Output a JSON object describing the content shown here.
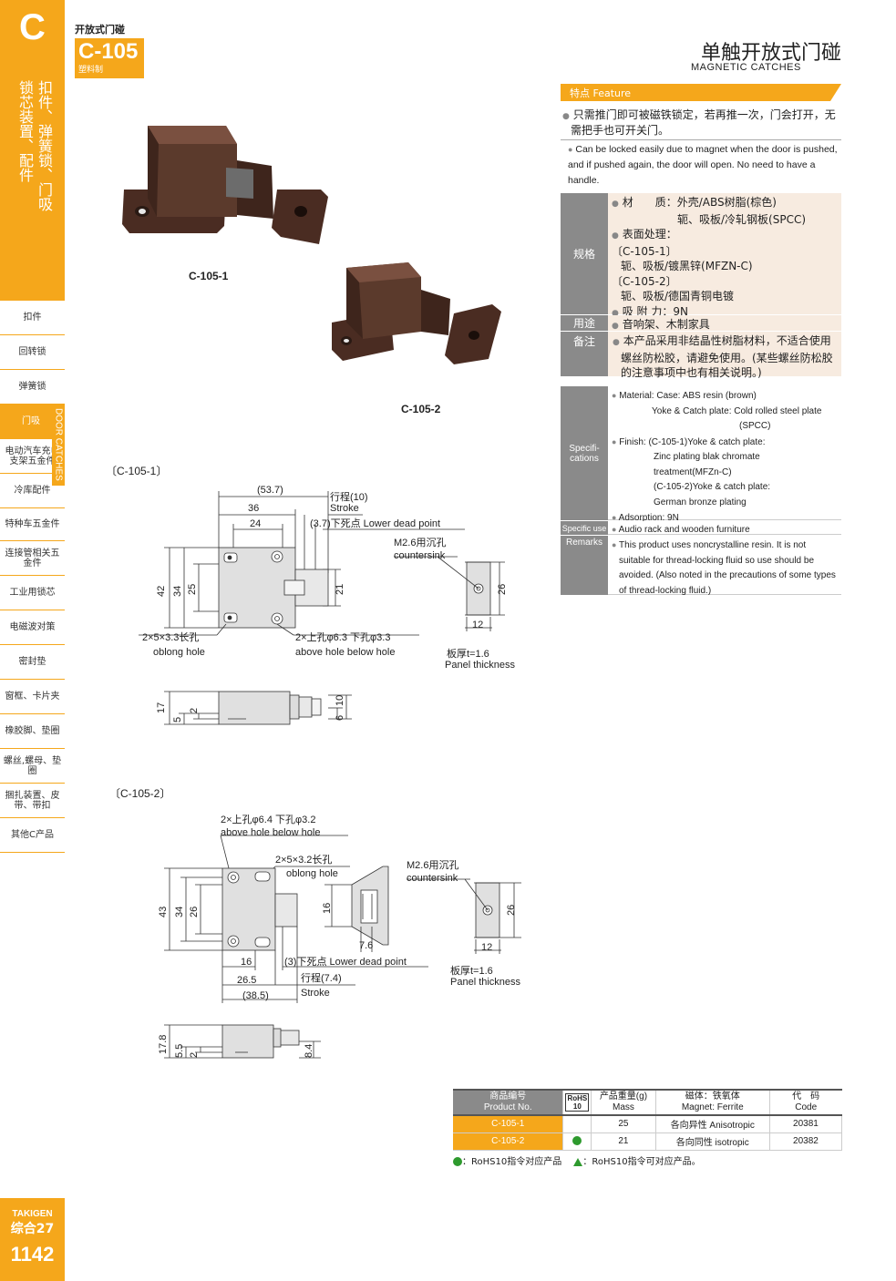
{
  "sidebar": {
    "letter": "C",
    "vertical_col1": "扣件、弹簧锁、门吸",
    "vertical_col2": "锁芯装置、配件",
    "nav": [
      {
        "label": "扣件",
        "active": false,
        "h": 38
      },
      {
        "label": "回转锁",
        "active": false,
        "h": 38
      },
      {
        "label": "弹簧锁",
        "active": false,
        "h": 38
      },
      {
        "label": "门吸",
        "active": true,
        "h": 38
      },
      {
        "label": "电动汽车充电支架五金件",
        "active": false,
        "h": 38
      },
      {
        "label": "冷库配件",
        "active": false,
        "h": 38
      },
      {
        "label": "特种车五金件",
        "active": false,
        "h": 38
      },
      {
        "label": "连接管相关五金件",
        "active": false,
        "h": 38
      },
      {
        "label": "工业用锁芯",
        "active": false,
        "h": 38
      },
      {
        "label": "电磁波对策",
        "active": false,
        "h": 38
      },
      {
        "label": "密封垫",
        "active": false,
        "h": 38
      },
      {
        "label": "窗框、卡片夹",
        "active": false,
        "h": 38
      },
      {
        "label": "橡胶脚、垫圈",
        "active": false,
        "h": 38
      },
      {
        "label": "螺丝,螺母、垫圈",
        "active": false,
        "h": 38
      },
      {
        "label": "捆扎装置、皮带、带扣",
        "active": false,
        "h": 38
      },
      {
        "label": "其他C产品",
        "active": false,
        "h": 38
      }
    ],
    "door_tag": "DOOR CATCHES",
    "brand": "TAKIGEN",
    "section_no": "综合27",
    "page_no": "1142"
  },
  "header": {
    "category": "开放式门碰",
    "model": "C-105",
    "material": "塑料制",
    "title_cn": "单触开放式门碰",
    "title_en": "MAGNETIC  CATCHES"
  },
  "features": {
    "bar_label": "特点   Feature",
    "cn": "只需推门即可被磁铁锁定，若再推一次，门会打开，无需把手也可开关门。",
    "en": "Can be locked easily due to magnet when the door is pushed, and if pushed again, the door will open. No need to have a handle."
  },
  "specs_cn": {
    "spec_head": "规格",
    "material_l1": "材　　质：外壳/ABS树脂(棕色)",
    "material_l2": "轭、吸板/冷轧钢板(SPCC)",
    "finish_title": "表面处理：",
    "finish_1_code": "〔C-105-1〕",
    "finish_1": "轭、吸板/镀黑锌(MFZN-C)",
    "finish_2_code": "〔C-105-2〕",
    "finish_2": "轭、吸板/德国青铜电镀",
    "adsorption": "吸 附 力：9N",
    "use_head": "用途",
    "use": "音响架、木制家具",
    "remark_head": "备注",
    "remark": "本产品采用非结晶性树脂材料，不适合使用螺丝防松胶，请避免使用。(某些螺丝防松胶的注意事项中也有相关说明。)"
  },
  "specs_en": {
    "spec_head": "Specifi-cations",
    "mat_1": "Material: Case: ABS resin (brown)",
    "mat_2": "Yoke & Catch plate: Cold rolled steel plate",
    "mat_3": "(SPCC)",
    "fin_1": "Finish: (C-105-1)Yoke & catch plate:",
    "fin_2": "Zinc plating blak chromate",
    "fin_3": "treatment(MFZn-C)",
    "fin_4": "(C-105-2)Yoke & catch plate:",
    "fin_5": "German bronze plating",
    "adsorption": "Adsorption: 9N",
    "use_head": "Specific use",
    "use": "Audio rack and wooden furniture",
    "remark_head": "Remarks",
    "remark": "This product uses noncrystalline resin. It is not suitable for thread-locking fluid so use should be avoided. (Also noted in the precautions of some types of thread-locking fluid.)"
  },
  "photos": {
    "label_1": "C-105-1",
    "label_2": "C-105-2"
  },
  "drawing1": {
    "title": "〔C-105-1〕",
    "d_total": "(53.7)",
    "d_stroke": "行程(10)",
    "d_stroke_en": "Stroke",
    "d_36": "36",
    "d_24": "24",
    "d_ldp": "(3.7)下死点 Lower dead point",
    "d_42": "42",
    "d_34": "34",
    "d_25": "25",
    "d_21": "21",
    "oblong": "2×5×3.3长孔",
    "oblong_en": "oblong hole",
    "hole": "2×上孔φ6.3 下孔φ3.3",
    "hole_en": "above hole   below hole",
    "csk": "M2.6用沉孔",
    "csk_en": "countersink",
    "d_26": "26",
    "d_12": "12",
    "thick": "板厚t=1.6",
    "thick_en": "Panel thickness",
    "d_17": "17",
    "d_5": "5",
    "d_2": "2",
    "d_10": "10",
    "d_6": "6"
  },
  "drawing2": {
    "title": "〔C-105-2〕",
    "hole": "2×上孔φ6.4 下孔φ3.2",
    "hole_en": "above hole   below hole",
    "oblong": "2×5×3.2长孔",
    "oblong_en": "oblong hole",
    "csk": "M2.6用沉孔",
    "csk_en": "countersink",
    "d_43": "43",
    "d_34": "34",
    "d_26": "26",
    "d_16v": "16",
    "d_7_6": "7.6",
    "d_26b": "26",
    "d_12": "12",
    "d_16": "16",
    "ldp": "(3)下死点 Lower dead point",
    "d_26_5": "26.5",
    "stroke": "行程(7.4)",
    "stroke_en": "Stroke",
    "d_38_5": "(38.5)",
    "thick": "板厚t=1.6",
    "thick_en": "Panel thickness",
    "d_17_8": "17.8",
    "d_5_5": "5.5",
    "d_2": "2",
    "d_8_4": "8.4"
  },
  "table": {
    "h_pn_cn": "商品编号",
    "h_pn_en": "Product No.",
    "h_rohs": "RoHS",
    "h_rohs_sub": "10",
    "h_mass_cn": "产品重量(g)",
    "h_mass_en": "Mass",
    "h_mag_cn": "磁体：铁氧体",
    "h_mag_en": "Magnet: Ferrite",
    "h_code_cn": "代　码",
    "h_code_en": "Code",
    "rows": [
      {
        "pn": "C-105-1",
        "rohs": "",
        "mass": "25",
        "magnet": "各向异性 Anisotropic",
        "code": "20381"
      },
      {
        "pn": "C-105-2",
        "rohs": "●",
        "mass": "21",
        "magnet": "各向同性 isotropic",
        "code": "20382"
      }
    ],
    "legend_1": "：RoHS10指令对应产品",
    "legend_2": "：RoHS10指令可对应产品。"
  },
  "colors": {
    "accent": "#f5a71b",
    "gray": "#8a8a8a",
    "body": "#5b3a2c",
    "rohs_green": "#2e9a2e"
  }
}
